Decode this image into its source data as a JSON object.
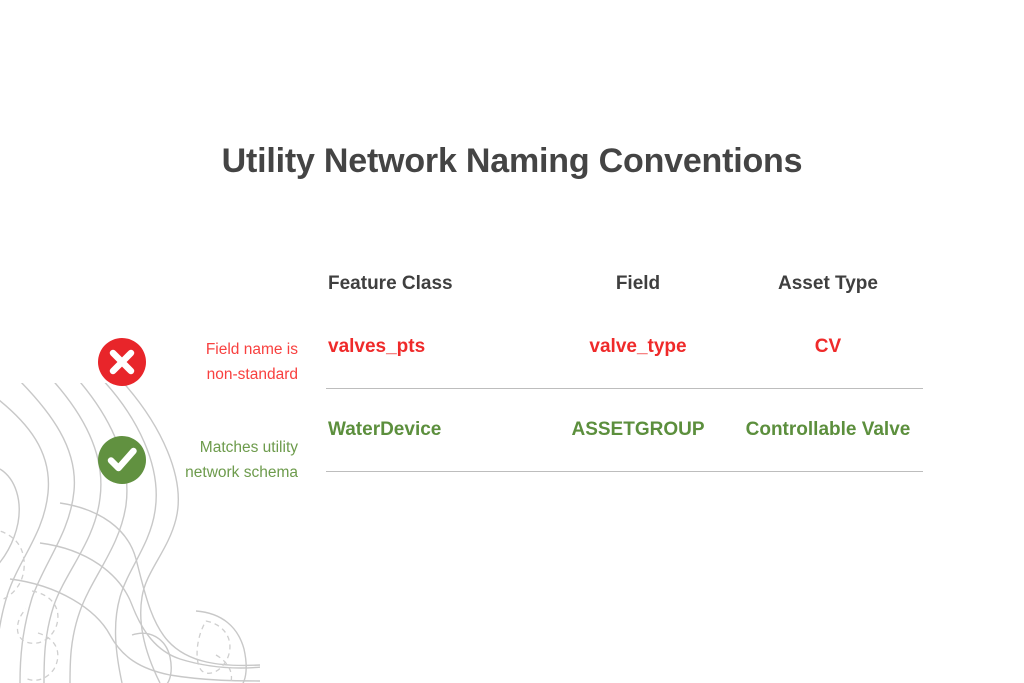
{
  "slide": {
    "title": "Utility Network Naming Conventions",
    "background_color": "#ffffff",
    "title_color": "#444444"
  },
  "decoration": {
    "name": "topographic-contour-lines",
    "position": "bottom-left",
    "line_color": "#c8c8c8"
  },
  "table": {
    "headers": [
      {
        "label": "Feature Class"
      },
      {
        "label": "Field"
      },
      {
        "label": "Asset Type"
      }
    ],
    "rows": [
      {
        "status": "bad",
        "status_icon": "x-circle-icon",
        "status_color": "#e8252a",
        "text_color": "#ef2a2a",
        "annotation_line1": "Field name is",
        "annotation_line2": "non-standard",
        "cells": {
          "feature_class": "valves_pts",
          "field": "valve_type",
          "asset_type": "CV"
        }
      },
      {
        "status": "good",
        "status_icon": "check-circle-icon",
        "status_color": "#619140",
        "text_color": "#5c8f3d",
        "annotation_line1": "Matches utility",
        "annotation_line2": "network schema",
        "cells": {
          "feature_class": "WaterDevice",
          "field": "ASSETGROUP",
          "asset_type": "Controllable Valve"
        }
      }
    ],
    "rule_color": "#bdbdbd"
  }
}
